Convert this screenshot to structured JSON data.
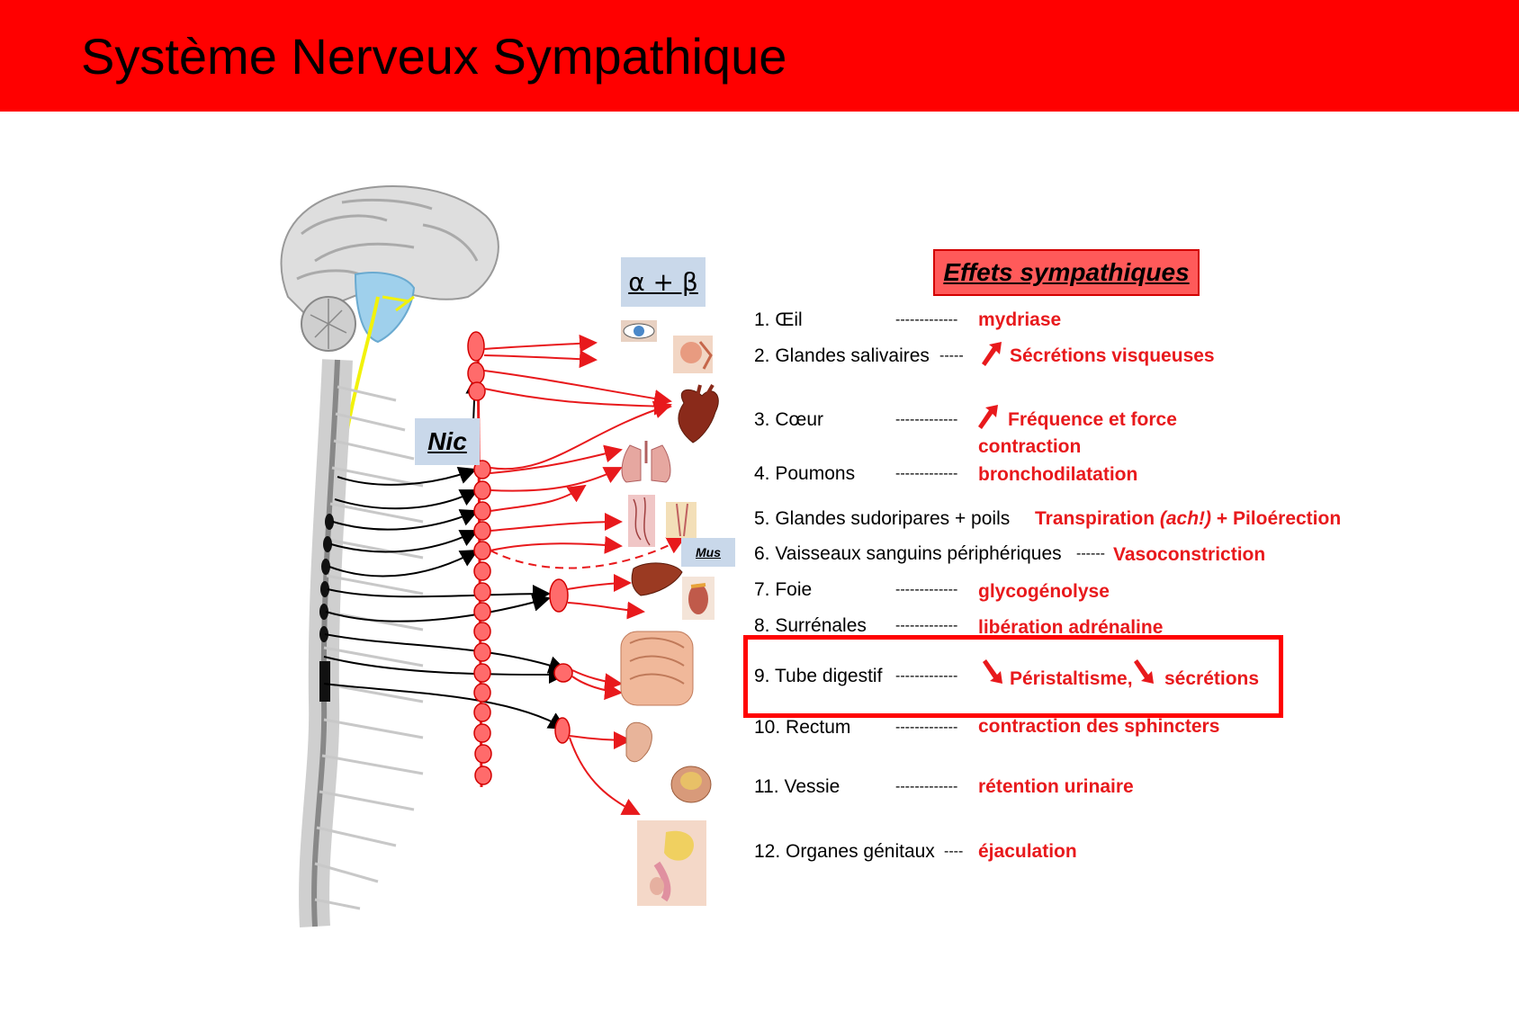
{
  "title": "Système Nerveux Sympathique",
  "labels": {
    "alpha_beta": "α + β",
    "nic": "Nic",
    "mus": "Mus"
  },
  "effects_header": "Effets sympathiques",
  "organs": [
    {
      "label": "1. Œil",
      "dashes": "-------------",
      "effect": "mydriase"
    },
    {
      "label": "2. Glandes salivaires",
      "dashes": "-----",
      "effect": "Sécrétions visqueuses"
    },
    {
      "label": "3. Cœur",
      "dashes": "-------------",
      "effect": "Fréquence et force",
      "effect2": "contraction"
    },
    {
      "label": "4. Poumons",
      "dashes": "-------------",
      "effect": "bronchodilatation"
    },
    {
      "label": "5.  Glandes sudoripares + poils",
      "effect_a": "Transpiration ",
      "effect_b": "(ach!)",
      "effect_c": " + Piloérection"
    },
    {
      "label": "6. Vaisseaux sanguins périphériques",
      "dashes": "------",
      "effect": "Vasoconstriction"
    },
    {
      "label": "7. Foie",
      "dashes": "-------------",
      "effect": "glycogénolyse"
    },
    {
      "label": "8. Surrénales",
      "dashes": "-------------",
      "effect": "libération adrénaline"
    },
    {
      "label": "9. Tube digestif",
      "dashes": "-------------",
      "effect": "Péristaltisme,",
      "effect2": "sécrétions"
    },
    {
      "label": "10.  Rectum",
      "dashes": "-------------",
      "effect": "contraction des sphincters"
    },
    {
      "label": "11.  Vessie",
      "dashes": "-------------",
      "effect": "rétention urinaire"
    },
    {
      "label": "12. Organes génitaux",
      "dashes": "----",
      "effect": "éjaculation"
    }
  ],
  "colors": {
    "banner": "#ff0000",
    "effect_text": "#e8191c",
    "highlight": "#ff0000",
    "label_box": "#c9d8ea"
  }
}
